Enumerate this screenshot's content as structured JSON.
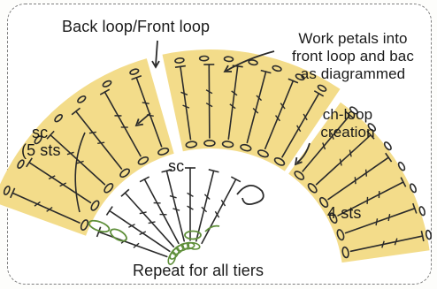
{
  "colors": {
    "petal_fill": "#f3dc8a",
    "stitch": "#2b2b2b",
    "chain_green": "#5f8f3a",
    "frame": "#7f7f7f",
    "text": "#1a1a1a"
  },
  "labels": {
    "back_front_loop": "Back loop/Front loop",
    "petals_note": [
      "Work petals into",
      "front loop and bac",
      "as diagrammed"
    ],
    "ch_loop": [
      "ch-loop",
      "creation"
    ],
    "sc_5": [
      "sc",
      "(5 sts"
    ],
    "sc_inner": "sc",
    "four_sts": "4 sts",
    "repeat": "Repeat for all tiers"
  }
}
